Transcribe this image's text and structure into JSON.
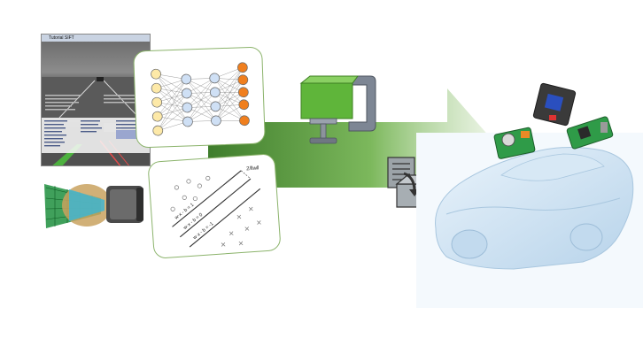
{
  "screen": {
    "window_title": "Tutorial SIFT"
  },
  "scatter": {
    "line_labels": [
      "w·x - b = 1",
      "w·x - b = 0",
      "w·x - b = -1"
    ],
    "margin_label": "2/‖w‖"
  },
  "colors": {
    "arrow_dark": "#3f7d2c",
    "arrow_light": "#8cc46a",
    "card_border": "#8bb36b",
    "input_node": "#fde9a8",
    "hidden_node": "#cfe0f5",
    "output_node": "#f07f1e",
    "car_body": "#cfe3f3",
    "clamp_green": "#5fb53a"
  },
  "icons": {
    "compress": "clamp-icon",
    "deploy": "box-arrow-icon",
    "target": "car-icon"
  }
}
